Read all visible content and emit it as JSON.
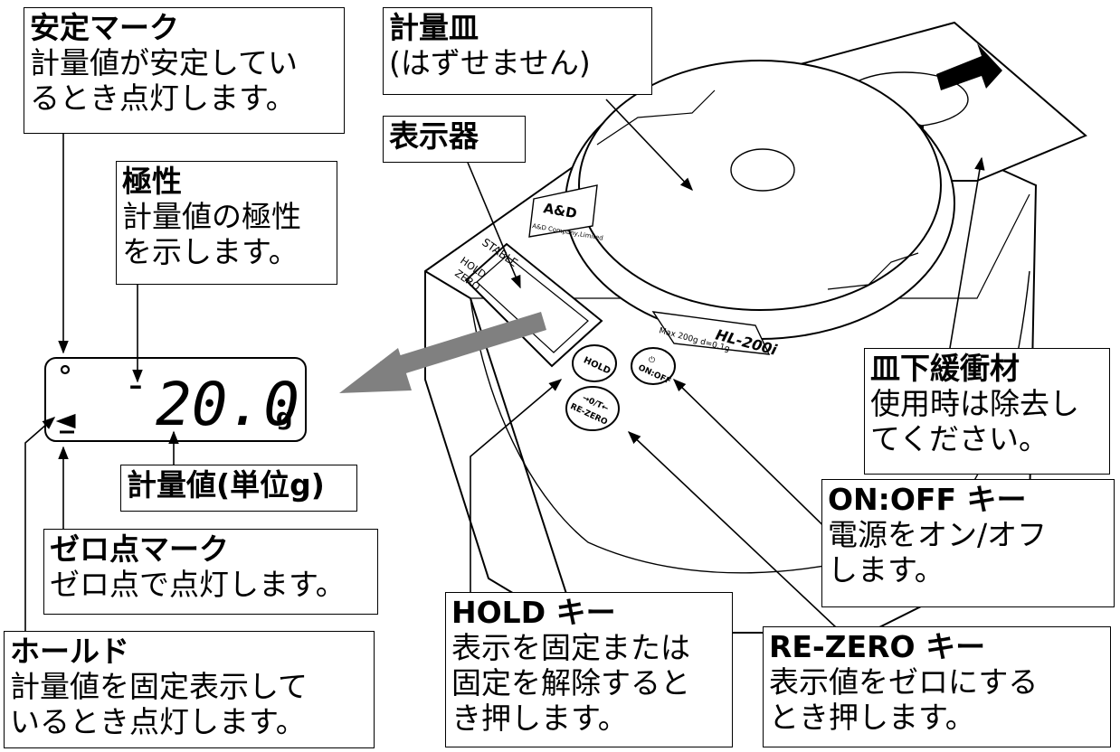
{
  "labels": {
    "stable_mark": {
      "title": "安定マーク",
      "lines": [
        "計量値が安定してい",
        "るとき点灯します。"
      ]
    },
    "pan": {
      "title": "計量皿",
      "lines": [
        "(はずせません)"
      ]
    },
    "display": {
      "title": "表示器"
    },
    "polarity": {
      "title": "極性",
      "lines": [
        "計量値の極性",
        "を示します。"
      ]
    },
    "weight_value": {
      "title": "計量値(単位g)"
    },
    "cushion": {
      "title": "皿下緩衝材",
      "lines": [
        "使用時は除去し",
        "てください。"
      ]
    },
    "onoff_key": {
      "title": "ON:OFF キー",
      "lines": [
        "電源をオン/オフ",
        "します。"
      ]
    },
    "zero_mark": {
      "title": "ゼロ点マーク",
      "lines": [
        "ゼロ点で点灯します。"
      ]
    },
    "hold_key": {
      "title": "HOLD キー",
      "lines": [
        "表示を固定または",
        "固定を解除すると",
        "き押します。"
      ]
    },
    "rezero_key": {
      "title": "RE-ZERO キー",
      "lines": [
        "表示値をゼロにする",
        "とき押します。"
      ]
    },
    "hold_mark": {
      "title": "ホールド",
      "lines": [
        "計量値を固定表示して",
        "いるとき点灯します。"
      ]
    }
  },
  "lcd": {
    "sign": "-",
    "reading": "20.0",
    "unit": "g"
  },
  "device": {
    "brand": "A&D",
    "brand_sub": "A&D Company,Limited",
    "model": "HL-200i",
    "spec": "Max 200g d=0.1g",
    "stable": "STABLE",
    "hold": "HOLD",
    "zero": "ZERO",
    "hold_button": "HOLD",
    "rezero_button_top": "→0/T←",
    "rezero_button": "RE-ZERO",
    "onoff_button": "ON:OFF",
    "power_symbol": "⏻"
  }
}
